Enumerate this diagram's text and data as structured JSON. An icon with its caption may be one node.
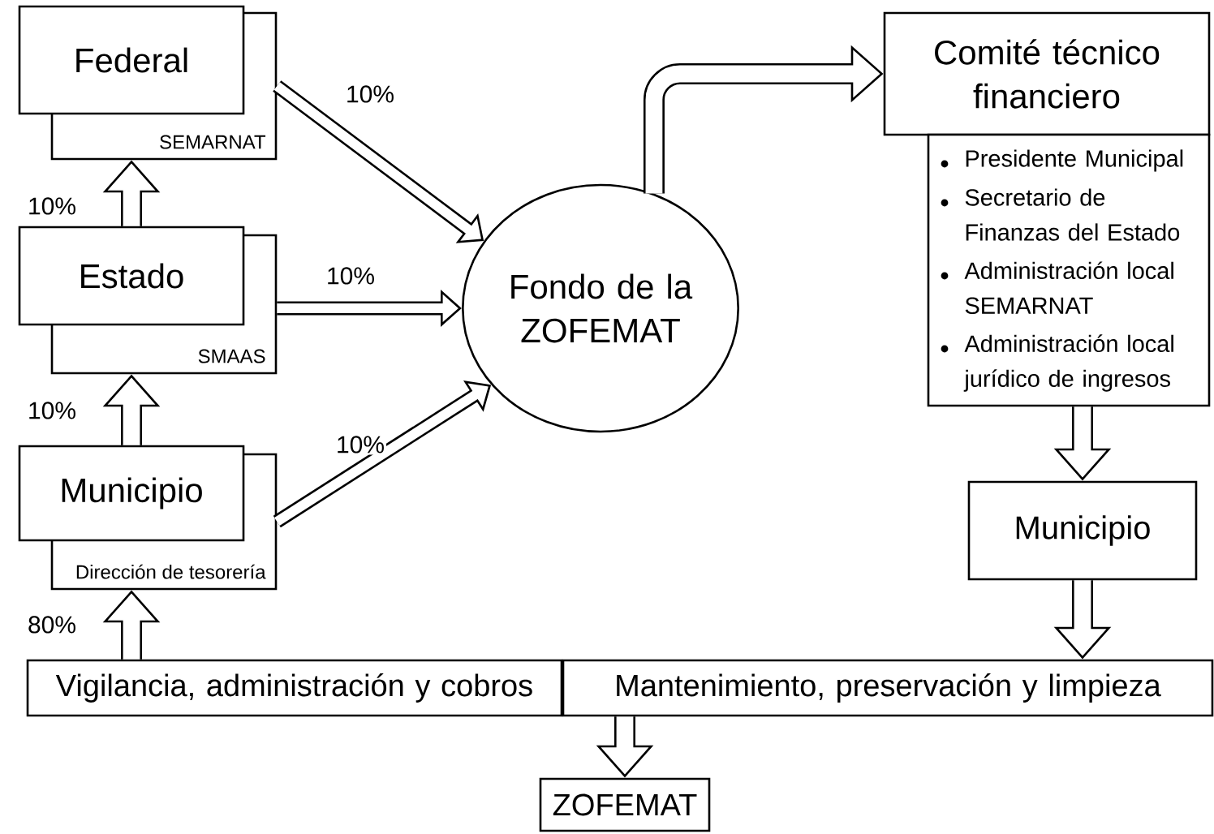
{
  "diagram": {
    "nodes": [
      {
        "text": [
          "Federal",
          "SEMARNAT"
        ]
      },
      {
        "text": [
          "Estado",
          "SMAAS"
        ]
      },
      {
        "text": [
          "Municipio",
          "Dirección de tesorería"
        ]
      },
      {
        "text": [
          "Fondo de la ZOFEMAT"
        ]
      },
      {
        "text": [
          "Comité técnico financiero"
        ]
      },
      {
        "text": [
          "Presidente Municipal",
          "Secretario de Finanzas del Estado",
          "Administración local SEMARNAT",
          "Administración local jurídico de ingresos"
        ]
      },
      {
        "text": [
          "Municipio"
        ]
      },
      {
        "text": [
          "Vigilancia, administración y cobros"
        ]
      },
      {
        "text": [
          "Mantenimiento, preservación y limpieza"
        ]
      },
      {
        "text": [
          "ZOFEMAT"
        ]
      }
    ],
    "edges": [
      {
        "from": 0,
        "to": 3,
        "arrow": "to",
        "label": "10%"
      },
      {
        "from": 1,
        "to": 0,
        "arrow": "to",
        "label": "10%"
      },
      {
        "from": 1,
        "to": 3,
        "arrow": "to",
        "label": "10%"
      },
      {
        "from": 2,
        "to": 1,
        "arrow": "to",
        "label": "10%"
      },
      {
        "from": 2,
        "to": 3,
        "arrow": "to",
        "label": "10%"
      },
      {
        "from": 7,
        "to": 2,
        "arrow": "to",
        "label": "80%"
      },
      {
        "from": 3,
        "to": 4,
        "arrow": "to"
      },
      {
        "from": 5,
        "to": 6,
        "arrow": "to"
      },
      {
        "from": 6,
        "to": 8,
        "arrow": "to"
      },
      {
        "from": 8,
        "to": 9,
        "arrow": "to"
      }
    ]
  }
}
